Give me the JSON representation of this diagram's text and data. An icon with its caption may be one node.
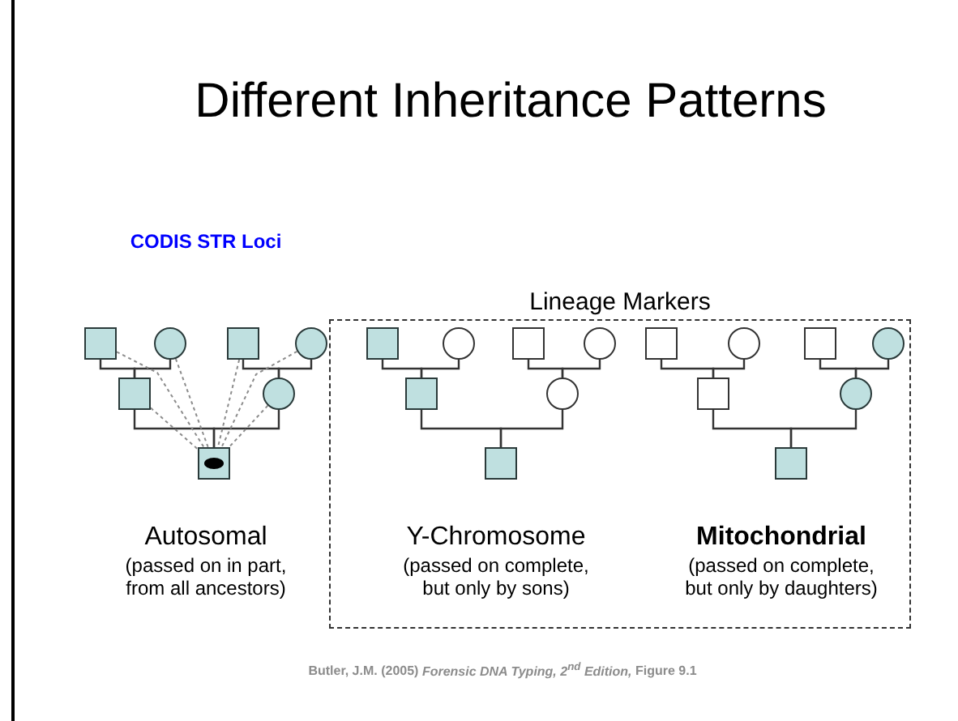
{
  "diagram": {
    "title": "Different Inheritance Patterns",
    "caption": "Butler, J.M. (2005) *Forensic DNA Typing, 2$^{nd}$ Edition,* Figure 9.1",
    "nodes": [
      {
        "text": [
          "Lineage Markers"
        ]
      },
      {
        "text": [],
        "shape": "box"
      },
      {
        "text": [],
        "shape": "circle"
      },
      {
        "text": [],
        "shape": "box"
      },
      {
        "text": [],
        "shape": "circle"
      },
      {
        "text": [],
        "shape": "box"
      },
      {
        "text": [],
        "shape": "circle"
      },
      {
        "text": [],
        "shape": "box"
      },
      {
        "text": [],
        "shape": "box",
        "in": 0
      },
      {
        "text": [],
        "shape": "circle",
        "in": 0
      },
      {
        "text": [],
        "shape": "box",
        "in": 0
      },
      {
        "text": [],
        "shape": "circle",
        "in": 0
      },
      {
        "text": [],
        "shape": "box",
        "in": 0
      },
      {
        "text": [],
        "shape": "circle",
        "in": 0
      },
      {
        "text": [],
        "shape": "box",
        "in": 0
      },
      {
        "text": [],
        "shape": "box",
        "in": 0
      },
      {
        "text": [],
        "shape": "circle",
        "in": 0
      },
      {
        "text": [],
        "shape": "box",
        "in": 0
      },
      {
        "text": [],
        "shape": "circle",
        "in": 0
      },
      {
        "text": [],
        "shape": "box",
        "in": 0
      },
      {
        "text": [],
        "shape": "circle",
        "in": 0
      },
      {
        "text": [],
        "shape": "box",
        "in": 0
      }
    ],
    "edges": [
      {
        "from": 1,
        "to": 5,
        "arrow": "none"
      },
      {
        "from": 2,
        "to": 5,
        "arrow": "none"
      },
      {
        "from": 3,
        "to": 6,
        "arrow": "none"
      },
      {
        "from": 4,
        "to": 6,
        "arrow": "none"
      },
      {
        "from": 5,
        "to": 7,
        "arrow": "none"
      },
      {
        "from": 6,
        "to": 7,
        "arrow": "none"
      },
      {
        "from": 1,
        "to": 7,
        "arrow": "none",
        "style": "dashed",
        "color": "#8c8c8c"
      },
      {
        "from": 2,
        "to": 7,
        "arrow": "none",
        "style": "dashed",
        "color": "#8c8c8c"
      },
      {
        "from": 3,
        "to": 7,
        "arrow": "none",
        "style": "dashed",
        "color": "#8c8c8c"
      },
      {
        "from": 4,
        "to": 7,
        "arrow": "none",
        "style": "dashed",
        "color": "#8c8c8c"
      },
      {
        "from": 5,
        "to": 7,
        "arrow": "none",
        "style": "dashed",
        "color": "#8c8c8c"
      },
      {
        "from": 6,
        "to": 7,
        "arrow": "none",
        "style": "dashed",
        "color": "#8c8c8c"
      },
      {
        "from": 8,
        "to": 12,
        "arrow": "none"
      },
      {
        "from": 9,
        "to": 12,
        "arrow": "none"
      },
      {
        "from": 10,
        "to": 13,
        "arrow": "none"
      },
      {
        "from": 11,
        "to": 13,
        "arrow": "none"
      },
      {
        "from": 12,
        "to": 14,
        "arrow": "none"
      },
      {
        "from": 13,
        "to": 14,
        "arrow": "none"
      },
      {
        "from": 15,
        "to": 19,
        "arrow": "none"
      },
      {
        "from": 16,
        "to": 19,
        "arrow": "none"
      },
      {
        "from": 17,
        "to": 20,
        "arrow": "none"
      },
      {
        "from": 18,
        "to": 20,
        "arrow": "none"
      },
      {
        "from": 19,
        "to": 21,
        "arrow": "none"
      },
      {
        "from": 20,
        "to": 21,
        "arrow": "none"
      }
    ],
    "labels": [
      "CODIS STR Loci",
      "Autosomal",
      "(passed on in part, from all ancestors)",
      "Y-Chromosome",
      "(passed on complete, but only by sons)",
      "Mitochondrial",
      "(passed on complete, but only by daughters)"
    ]
  }
}
